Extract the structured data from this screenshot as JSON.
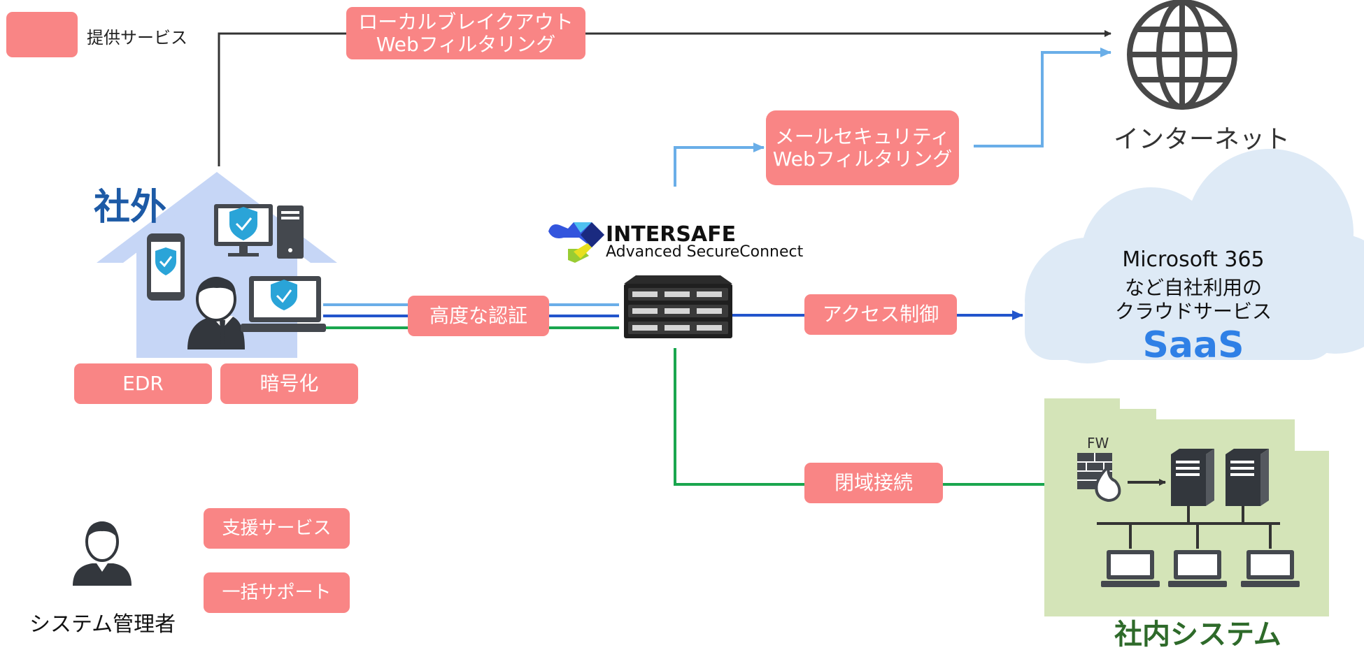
{
  "legend": {
    "label": "提供サービス",
    "swatch_color": "#f98585"
  },
  "outside": {
    "title": "社外",
    "title_color": "#1d5aa6"
  },
  "services": {
    "breakout": {
      "line1": "ローカルブレイクアウト",
      "line2": "Webフィルタリング"
    },
    "mail": {
      "line1": "メールセキュリティ",
      "line2": "Webフィルタリング"
    },
    "auth": "高度な認証",
    "access": "アクセス制御",
    "closed": "閉域接続",
    "edr": "EDR",
    "encryption": "暗号化",
    "support": "支援サービス",
    "bulk_support": "一括サポート"
  },
  "internet": {
    "label": "インターネット"
  },
  "saas": {
    "line1": "Microsoft 365",
    "line2": "など自社利用の",
    "line3": "クラウドサービス",
    "title": "SaaS",
    "title_color": "#2f80e6"
  },
  "intranet": {
    "fw_label": "FW",
    "title": "社内システム",
    "title_color": "#2e6a2a"
  },
  "admin": {
    "label": "システム管理者"
  },
  "product": {
    "name": "INTERSAFE",
    "subtitle": "Advanced SecureConnect"
  },
  "colors": {
    "pill": "#f98585",
    "light_blue": "#6aaee8",
    "blue": "#2255cc",
    "green": "#1aa64e",
    "dark": "#333333"
  }
}
